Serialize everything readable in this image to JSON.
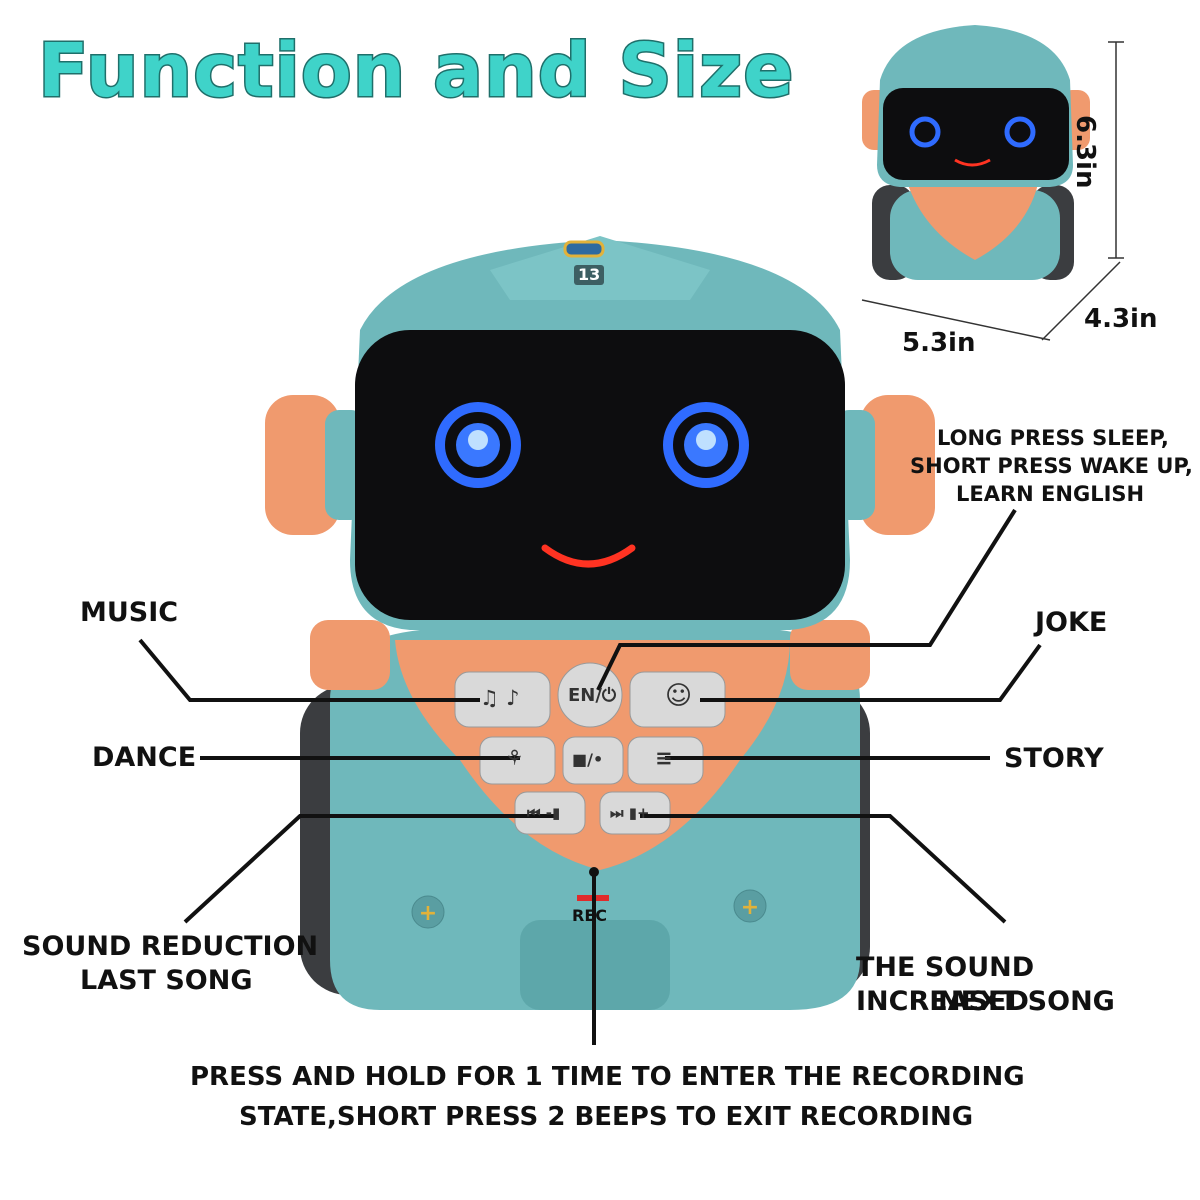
{
  "title": "Function and Size",
  "dimensions": {
    "height": "6.3in",
    "width": "5.3in",
    "depth": "4.3in"
  },
  "robot": {
    "badge": "13",
    "rec": "REC"
  },
  "buttons": {
    "power": "EN/⏻",
    "music": "♫ ♪",
    "joke": "☺",
    "dance": "⚘",
    "record": "■/•",
    "story": "≡",
    "prev": "⏮ -▮",
    "next": "⏭ ▮+"
  },
  "callouts": {
    "music": "MUSIC",
    "sleep": [
      "LONG PRESS SLEEP,",
      "SHORT PRESS WAKE UP,",
      "LEARN ENGLISH"
    ],
    "joke": "JOKE",
    "dance": "DANCE",
    "story": "STORY",
    "sound_reduction": [
      "SOUND REDUCTION",
      "LAST SONG"
    ],
    "sound_increased": [
      "THE SOUND INCREASED",
      "NEXT SONG"
    ],
    "recording": [
      "PRESS AND HOLD FOR 1 TIME TO ENTER THE RECORDING",
      "STATE,SHORT PRESS 2 BEEPS TO EXIT RECORDING"
    ]
  },
  "colors": {
    "title": "#3fd3c9",
    "body": "#6fb8bb",
    "accent": "#f09a6e",
    "screen": "#0d0d0f",
    "eyes": "#2f6bff",
    "mouth": "#ff3322"
  }
}
